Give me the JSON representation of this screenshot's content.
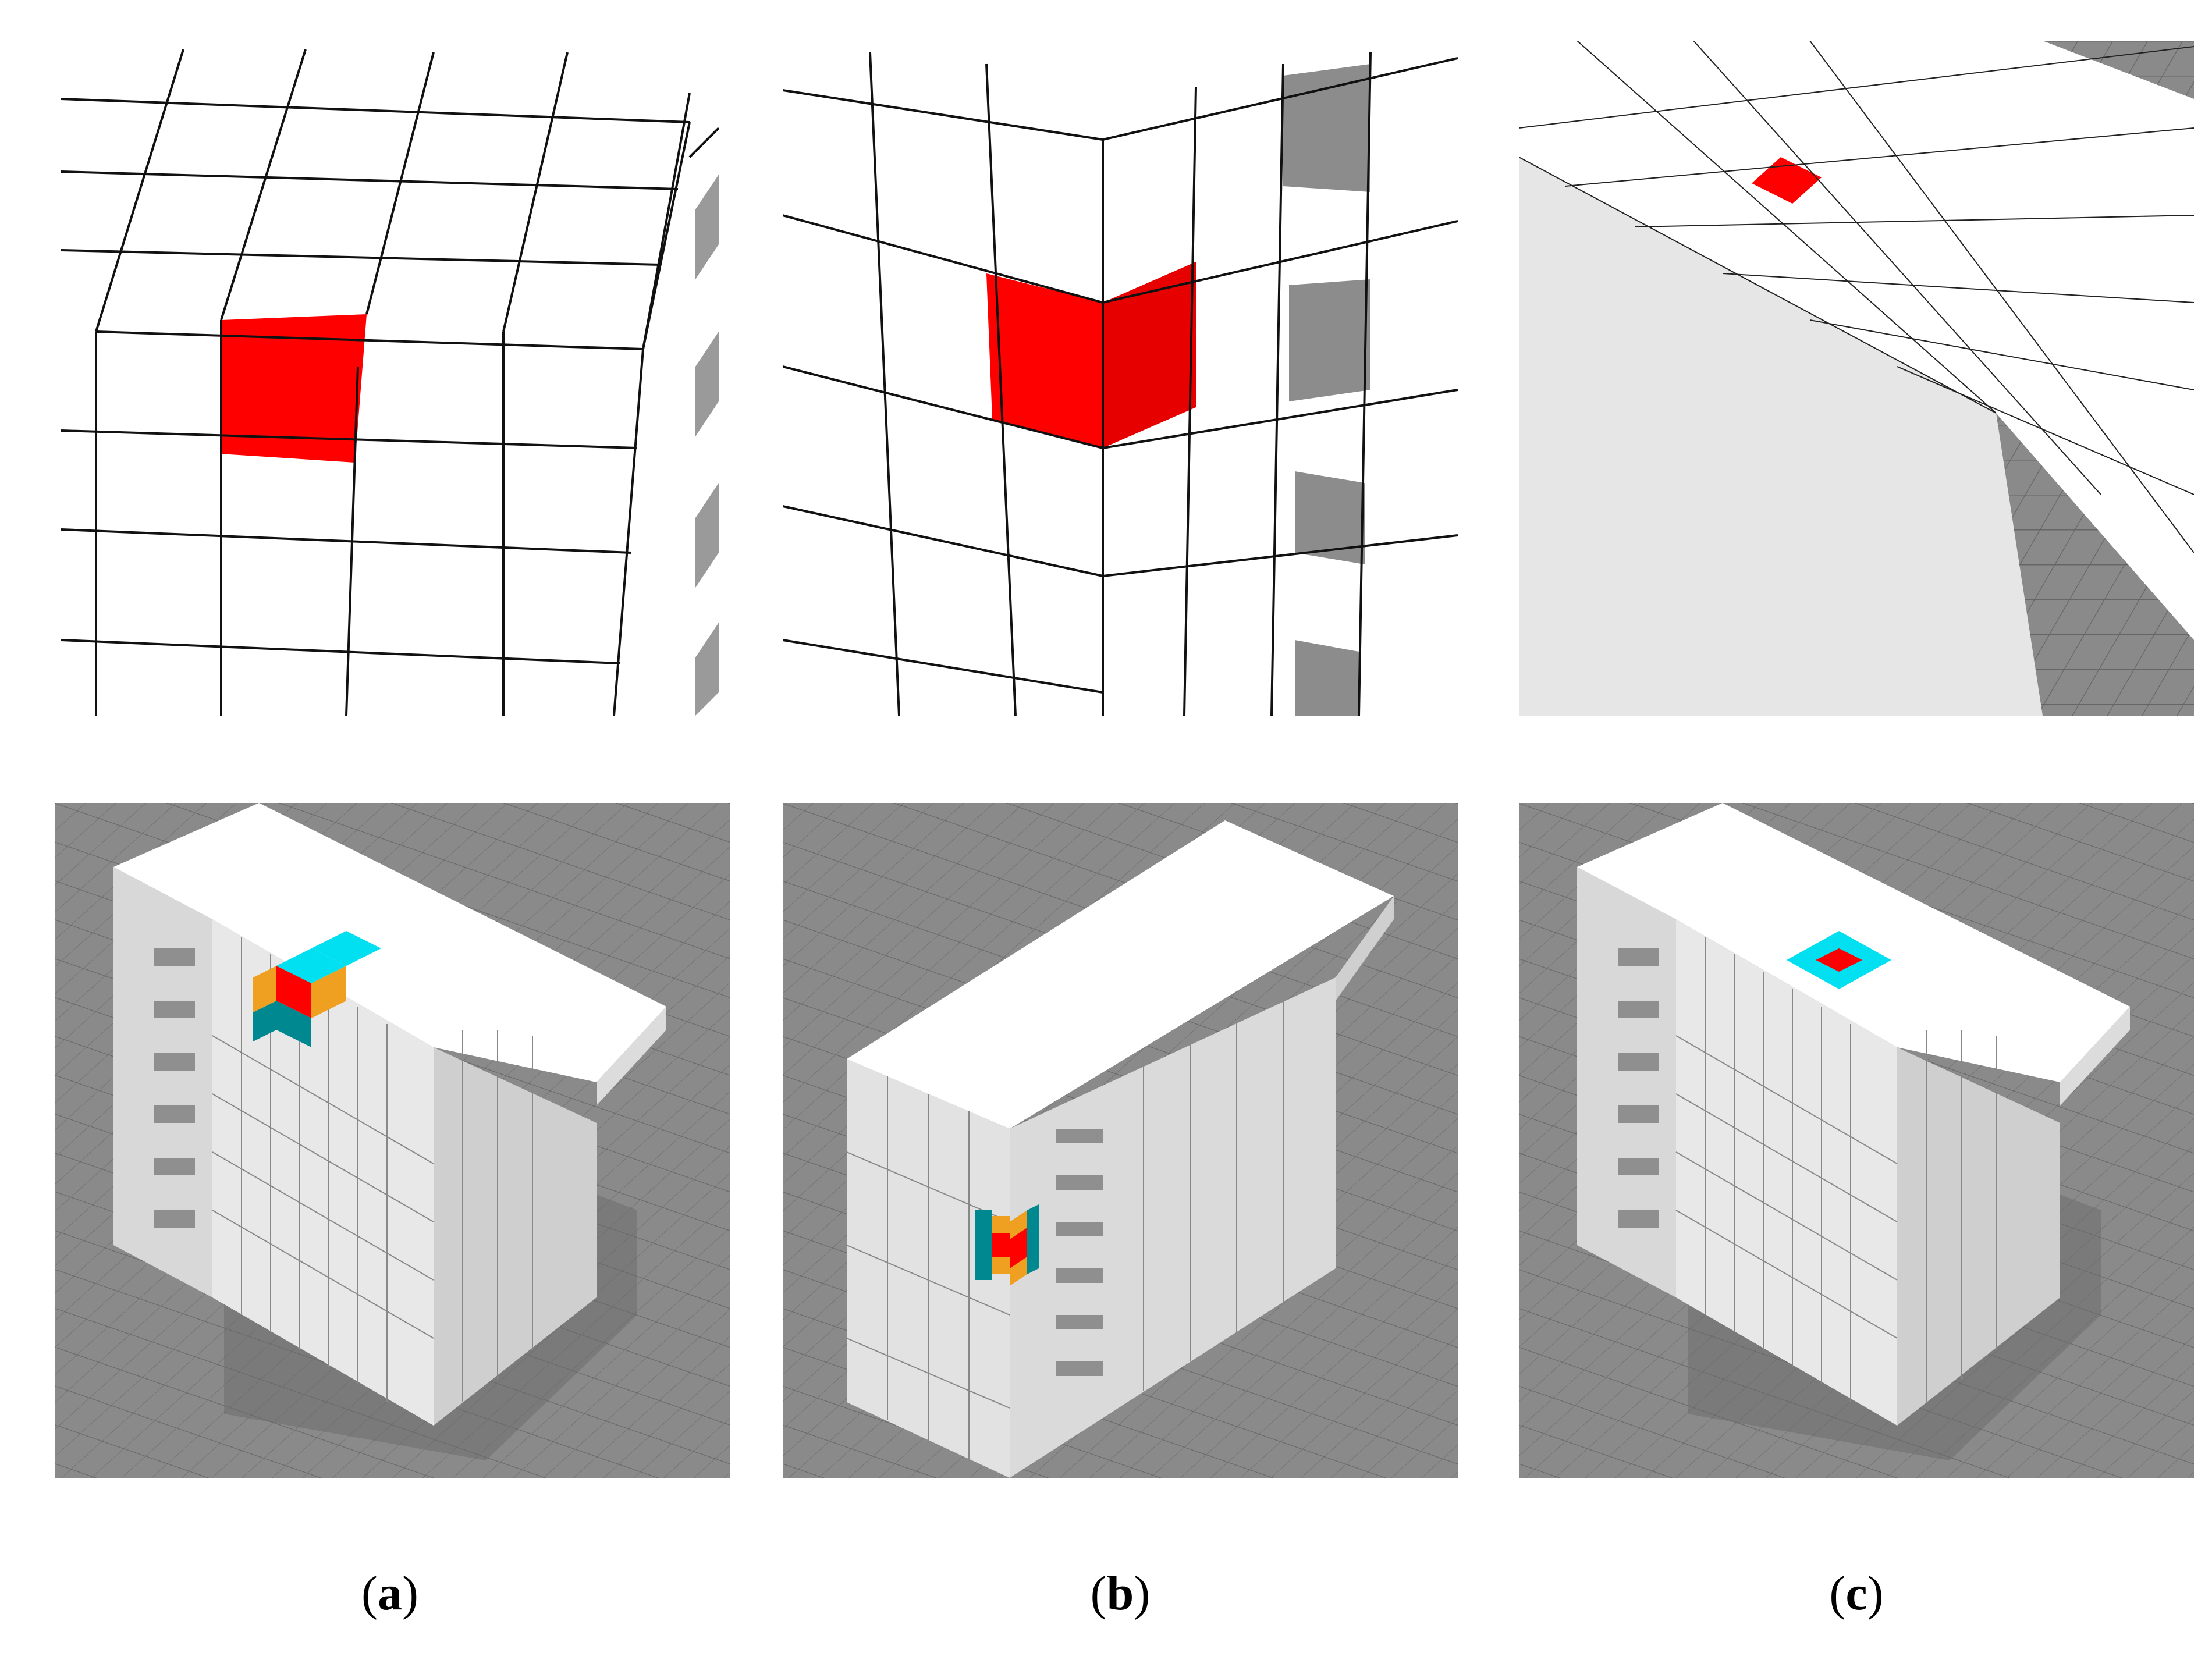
{
  "figure": {
    "captions": [
      {
        "open": "(",
        "letter": "a",
        "close": ")"
      },
      {
        "open": "(",
        "letter": "b",
        "close": ")"
      },
      {
        "open": "(",
        "letter": "c",
        "close": ")"
      }
    ],
    "colors": {
      "selected_cell": "#ff0000",
      "neighbor_face": "#00e0f0",
      "neighbor_edge": "#f0a020",
      "neighbor_dark": "#008890",
      "ground": "#8a8a8a",
      "building": "#e4e4e4",
      "roof": "#ffffff"
    },
    "panels": [
      {
        "id": "top-a",
        "view": "closeup",
        "subject": "corner-cell"
      },
      {
        "id": "top-b",
        "view": "closeup",
        "subject": "edge-cell"
      },
      {
        "id": "top-c",
        "view": "closeup",
        "subject": "roof-cell"
      },
      {
        "id": "bottom-a",
        "view": "overview",
        "highlight": "corner-cell-neighborhood"
      },
      {
        "id": "bottom-b",
        "view": "overview",
        "highlight": "edge-cell-neighborhood"
      },
      {
        "id": "bottom-c",
        "view": "overview",
        "highlight": "roof-cell-neighborhood"
      }
    ]
  }
}
